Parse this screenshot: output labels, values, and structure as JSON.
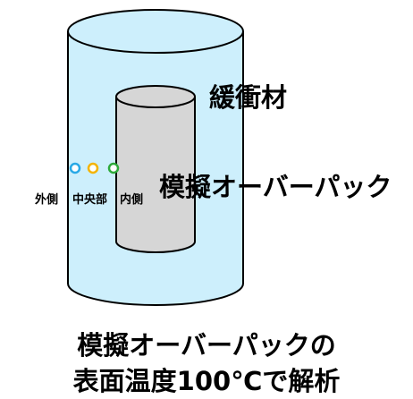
{
  "labels": {
    "buffer": "緩衝材",
    "package": "模擬オーバーパック"
  },
  "points": {
    "outer": {
      "label": "外側",
      "color": "#29a9e6"
    },
    "middle": {
      "label": "中央部",
      "color": "#f4b400"
    },
    "inner": {
      "label": "内側",
      "color": "#2eaa3a"
    }
  },
  "caption": {
    "line1": "模擬オーバーパックの",
    "line2": "表面温度100℃で解析"
  },
  "colors": {
    "buffer_fill": "#cdeffc",
    "package_fill": "#d6d6d6",
    "outline": "#000000"
  }
}
